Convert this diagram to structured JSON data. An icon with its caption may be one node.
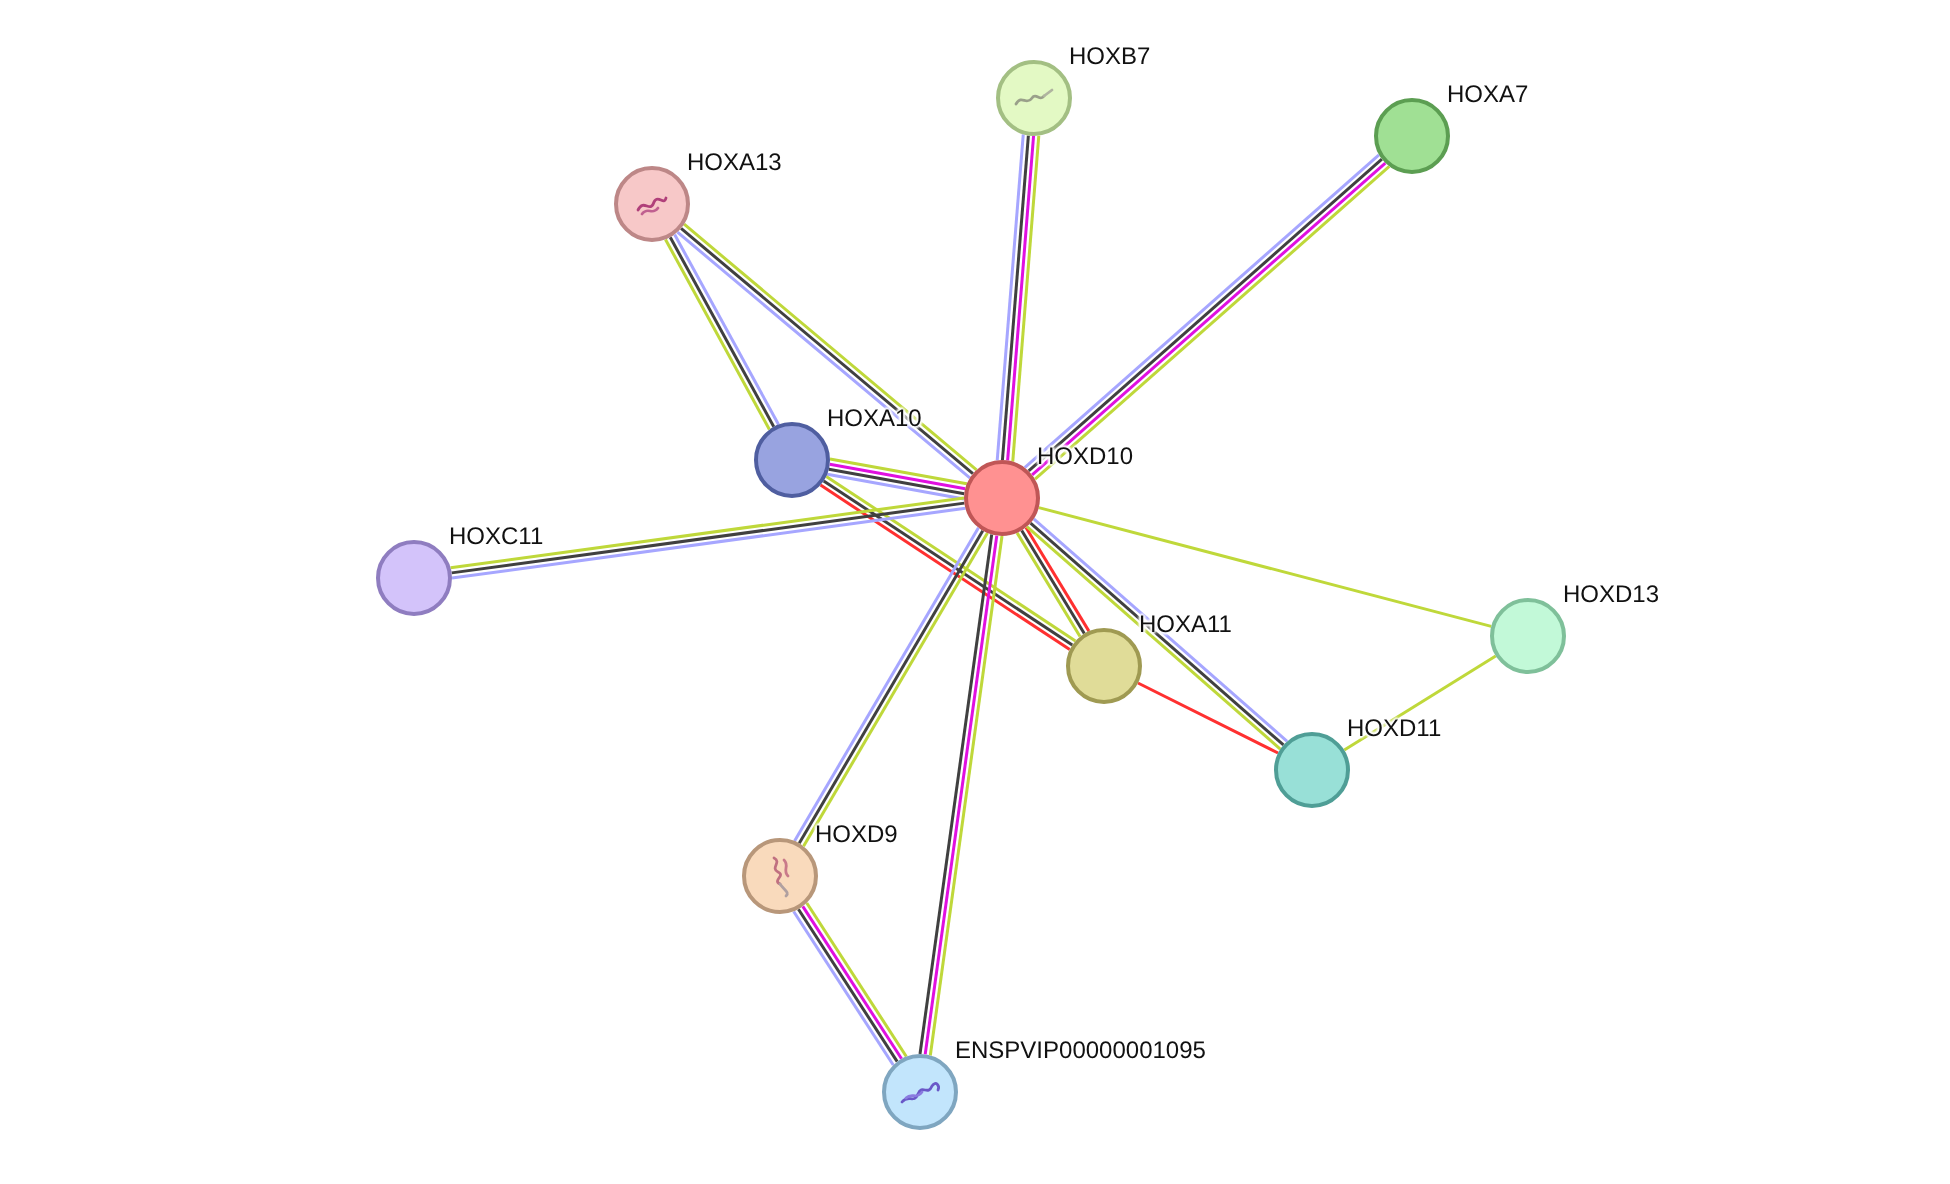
{
  "diagram": {
    "nodes": [
      {
        "text": [
          "HOXB7"
        ]
      },
      {
        "text": [
          "HOXA7"
        ]
      },
      {
        "text": [
          "HOXA13"
        ]
      },
      {
        "text": [
          "HOXA10"
        ]
      },
      {
        "text": [
          "HOXD10"
        ]
      },
      {
        "text": [
          "HOXC11"
        ]
      },
      {
        "text": [
          "HOXD13"
        ]
      },
      {
        "text": [
          "HOXA11"
        ]
      },
      {
        "text": [
          "HOXD11"
        ]
      },
      {
        "text": [
          "HOXD9"
        ]
      },
      {
        "text": [
          "ENSPVIP00000001095"
        ]
      }
    ],
    "edges": [
      {
        "from": 0,
        "to": 4,
        "arrow": "none"
      },
      {
        "from": 0,
        "to": 4,
        "arrow": "none",
        "color": "#e010e0"
      },
      {
        "from": 0,
        "to": 4,
        "arrow": "none",
        "color": "#404040"
      },
      {
        "from": 0,
        "to": 4,
        "arrow": "none",
        "color": "#a6a6ff"
      },
      {
        "from": 1,
        "to": 4,
        "arrow": "none"
      },
      {
        "from": 1,
        "to": 4,
        "arrow": "none",
        "color": "#e010e0"
      },
      {
        "from": 1,
        "to": 4,
        "arrow": "none",
        "color": "#404040"
      },
      {
        "from": 1,
        "to": 4,
        "arrow": "none",
        "color": "#a6a6ff"
      },
      {
        "from": 2,
        "to": 3,
        "arrow": "none",
        "color": "#a6a6ff"
      },
      {
        "from": 2,
        "to": 3,
        "arrow": "none",
        "color": "#404040"
      },
      {
        "from": 2,
        "to": 3,
        "arrow": "none"
      },
      {
        "from": 2,
        "to": 4,
        "arrow": "none"
      },
      {
        "from": 2,
        "to": 4,
        "arrow": "none",
        "color": "#404040"
      },
      {
        "from": 2,
        "to": 4,
        "arrow": "none",
        "color": "#a6a6ff"
      },
      {
        "from": 3,
        "to": 4,
        "arrow": "none"
      },
      {
        "from": 3,
        "to": 4,
        "arrow": "none",
        "color": "#e010e0"
      },
      {
        "from": 3,
        "to": 4,
        "arrow": "none",
        "color": "#404040"
      },
      {
        "from": 3,
        "to": 4,
        "arrow": "none",
        "color": "#a6a6ff"
      },
      {
        "from": 3,
        "to": 7,
        "arrow": "none"
      },
      {
        "from": 3,
        "to": 7,
        "arrow": "none",
        "color": "#404040"
      },
      {
        "from": 3,
        "to": 7,
        "arrow": "none",
        "color": "#ff3030"
      },
      {
        "from": 4,
        "to": 5,
        "arrow": "none",
        "color": "#a6a6ff"
      },
      {
        "from": 4,
        "to": 5,
        "arrow": "none",
        "color": "#404040"
      },
      {
        "from": 4,
        "to": 5,
        "arrow": "none"
      },
      {
        "from": 4,
        "to": 6,
        "arrow": "none"
      },
      {
        "from": 4,
        "to": 7,
        "arrow": "none",
        "color": "#ff3030"
      },
      {
        "from": 4,
        "to": 7,
        "arrow": "none",
        "color": "#404040"
      },
      {
        "from": 4,
        "to": 7,
        "arrow": "none"
      },
      {
        "from": 4,
        "to": 8,
        "arrow": "none",
        "color": "#a6a6ff"
      },
      {
        "from": 4,
        "to": 8,
        "arrow": "none",
        "color": "#404040"
      },
      {
        "from": 4,
        "to": 8,
        "arrow": "none"
      },
      {
        "from": 4,
        "to": 9,
        "arrow": "none"
      },
      {
        "from": 4,
        "to": 9,
        "arrow": "none",
        "color": "#404040"
      },
      {
        "from": 4,
        "to": 9,
        "arrow": "none",
        "color": "#a6a6ff"
      },
      {
        "from": 4,
        "to": 10,
        "arrow": "none"
      },
      {
        "from": 4,
        "to": 10,
        "arrow": "none",
        "color": "#e010e0"
      },
      {
        "from": 4,
        "to": 10,
        "arrow": "none",
        "color": "#404040"
      },
      {
        "from": 6,
        "to": 8,
        "arrow": "none"
      },
      {
        "from": 7,
        "to": 8,
        "arrow": "none",
        "color": "#ff3030"
      },
      {
        "from": 9,
        "to": 10,
        "arrow": "none"
      },
      {
        "from": 9,
        "to": 10,
        "arrow": "none",
        "color": "#e010e0"
      },
      {
        "from": 9,
        "to": 10,
        "arrow": "none",
        "color": "#404040"
      },
      {
        "from": 9,
        "to": 10,
        "arrow": "none",
        "color": "#a6a6ff"
      }
    ]
  }
}
